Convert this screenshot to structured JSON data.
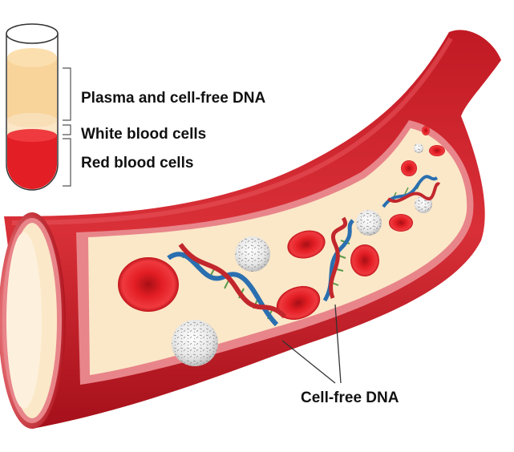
{
  "labels": {
    "plasma": "Plasma and cell-free DNA",
    "white_blood_cells": "White blood cells",
    "red_blood_cells": "Red blood cells",
    "cell_free_dna": "Cell-free DNA"
  },
  "colors": {
    "vessel_wall_dark": "#b0141e",
    "vessel_wall": "#d42a32",
    "vessel_inner_edge": "#e8858a",
    "plasma_fill": "#fbe8c8",
    "plasma_tube": "#f8d39a",
    "buffy_coat": "#fbe6c6",
    "red_cells": "#e31e24",
    "white_cells": "#e9e9e9",
    "dna_blue": "#2a6fb0",
    "dna_red": "#c2272d",
    "dna_green": "#5a9a4a"
  },
  "icons": [
    "test-tube-icon",
    "blood-vessel-icon",
    "red-blood-cell-icon",
    "white-blood-cell-icon",
    "dna-helix-icon"
  ]
}
